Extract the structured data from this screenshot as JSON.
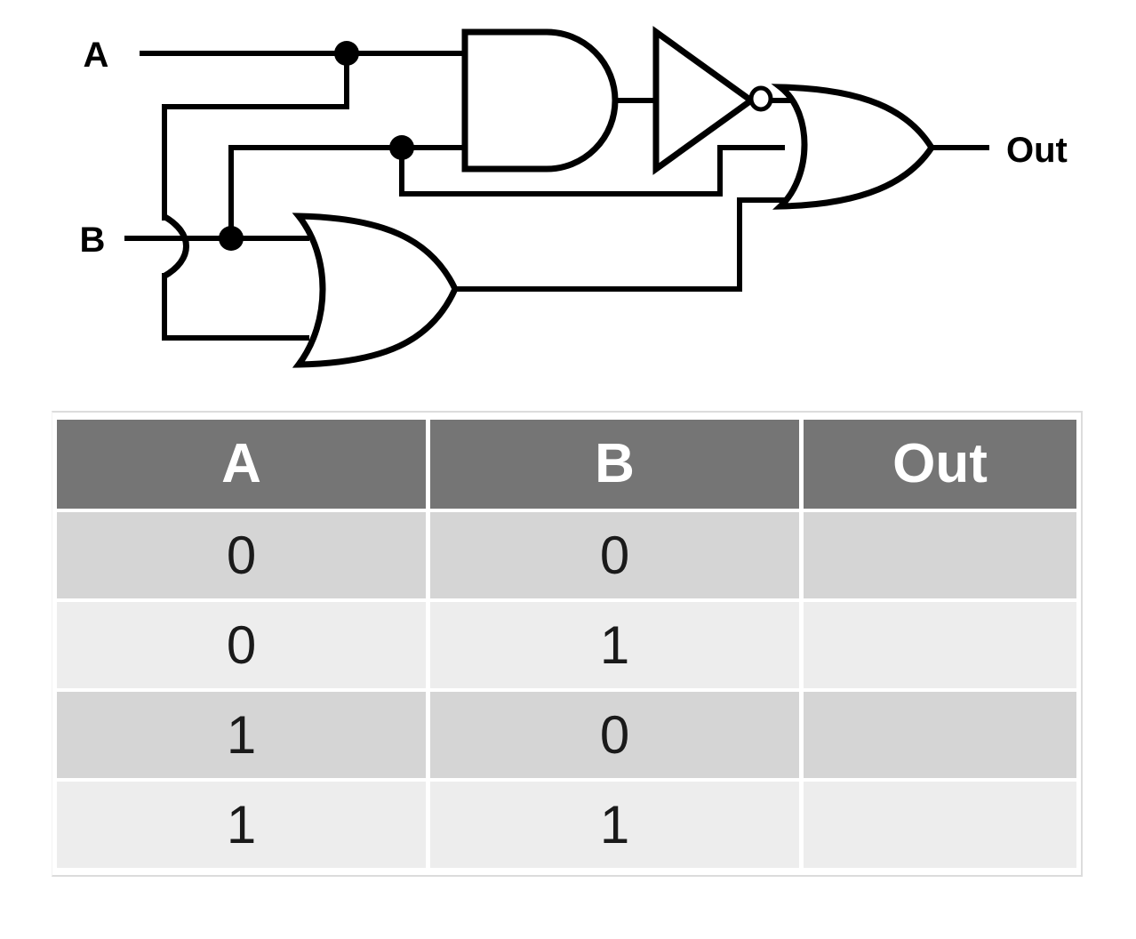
{
  "circuit": {
    "title": "logic-circuit",
    "input_labels": [
      "A",
      "B"
    ],
    "output_label": "Out",
    "label_a": "A",
    "label_b": "B",
    "label_out": "Out",
    "gates": [
      {
        "id": "and1",
        "type": "AND",
        "inputs": [
          "A",
          "B"
        ],
        "output": "n1"
      },
      {
        "id": "not1",
        "type": "NOT",
        "inputs": [
          "n1"
        ],
        "output": "n2"
      },
      {
        "id": "or1",
        "type": "OR",
        "inputs": [
          "A",
          "B"
        ],
        "output": "n3"
      },
      {
        "id": "or2",
        "type": "OR",
        "inputs": [
          "n2",
          "n3"
        ],
        "output": "Out"
      }
    ],
    "junction_dots": 3,
    "wire_color": "#000000",
    "background_color": "#ffffff"
  },
  "truth_table": {
    "name": "truth-table",
    "headers": [
      "A",
      "B",
      "Out"
    ],
    "rows": [
      {
        "a": "0",
        "b": "0",
        "out": ""
      },
      {
        "a": "0",
        "b": "1",
        "out": ""
      },
      {
        "a": "1",
        "b": "0",
        "out": ""
      },
      {
        "a": "1",
        "b": "1",
        "out": ""
      }
    ],
    "header_bg": "#757575",
    "header_fg": "#ffffff",
    "row_odd_bg": "#d5d5d5",
    "row_even_bg": "#ededed"
  },
  "chart_data": {
    "type": "table",
    "title": "Truth table for logic circuit",
    "columns": [
      "A",
      "B",
      "Out"
    ],
    "values": [
      [
        "0",
        "0",
        ""
      ],
      [
        "0",
        "1",
        ""
      ],
      [
        "1",
        "0",
        ""
      ],
      [
        "1",
        "1",
        ""
      ]
    ]
  }
}
